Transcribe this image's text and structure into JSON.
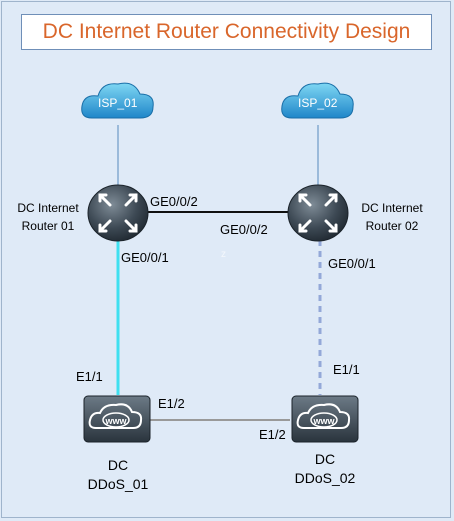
{
  "title": "DC Internet Router Connectivity Design",
  "nodes": {
    "isp1": {
      "label": "ISP_01"
    },
    "isp2": {
      "label": "ISP_02"
    },
    "router1": {
      "line1": "DC Internet",
      "line2": "Router 01"
    },
    "router2": {
      "line1": "DC Internet",
      "line2": "Router 02"
    },
    "ddos1": {
      "line1": "DC",
      "line2": "DDoS_01"
    },
    "ddos2": {
      "line1": "DC",
      "line2": "DDoS_02"
    }
  },
  "interfaces": {
    "r1_ge002": "GE0/0/2",
    "r2_ge002": "GE0/0/2",
    "r1_ge001": "GE0/0/1",
    "r2_ge001": "GE0/0/1",
    "d1_e11": "E1/1",
    "d1_e12": "E1/2",
    "d2_e11": "E1/1",
    "d2_e12": "E1/2"
  },
  "stray_mark": "z",
  "colors": {
    "title": "#d9662b",
    "background": "#dfeaf7",
    "cyan_link": "#3fe0f0",
    "dashed_link": "#93a8d8"
  }
}
